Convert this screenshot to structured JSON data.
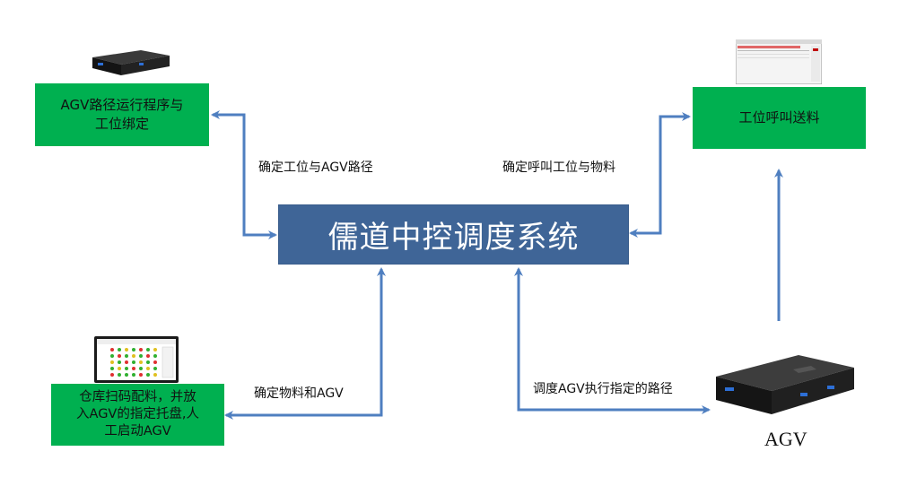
{
  "center": {
    "title": "儒道中控调度系统"
  },
  "nodes": {
    "route_bind": "AGV路径运行程序与\n工位绑定",
    "station_call": "工位呼叫送料",
    "warehouse": "仓库扫码配料，并放\n入AGV的指定托盘,人\n工启动AGV",
    "agv": "AGV"
  },
  "edges": {
    "route_label": "确定工位与AGV路径",
    "call_label": "确定呼叫工位与物料",
    "material_label": "确定物料和AGV",
    "dispatch_label": "调度AGV执行指定的路径"
  },
  "colors": {
    "green": "#00b050",
    "center_blue": "#3f6597",
    "arrow": "#4f7fc0"
  }
}
